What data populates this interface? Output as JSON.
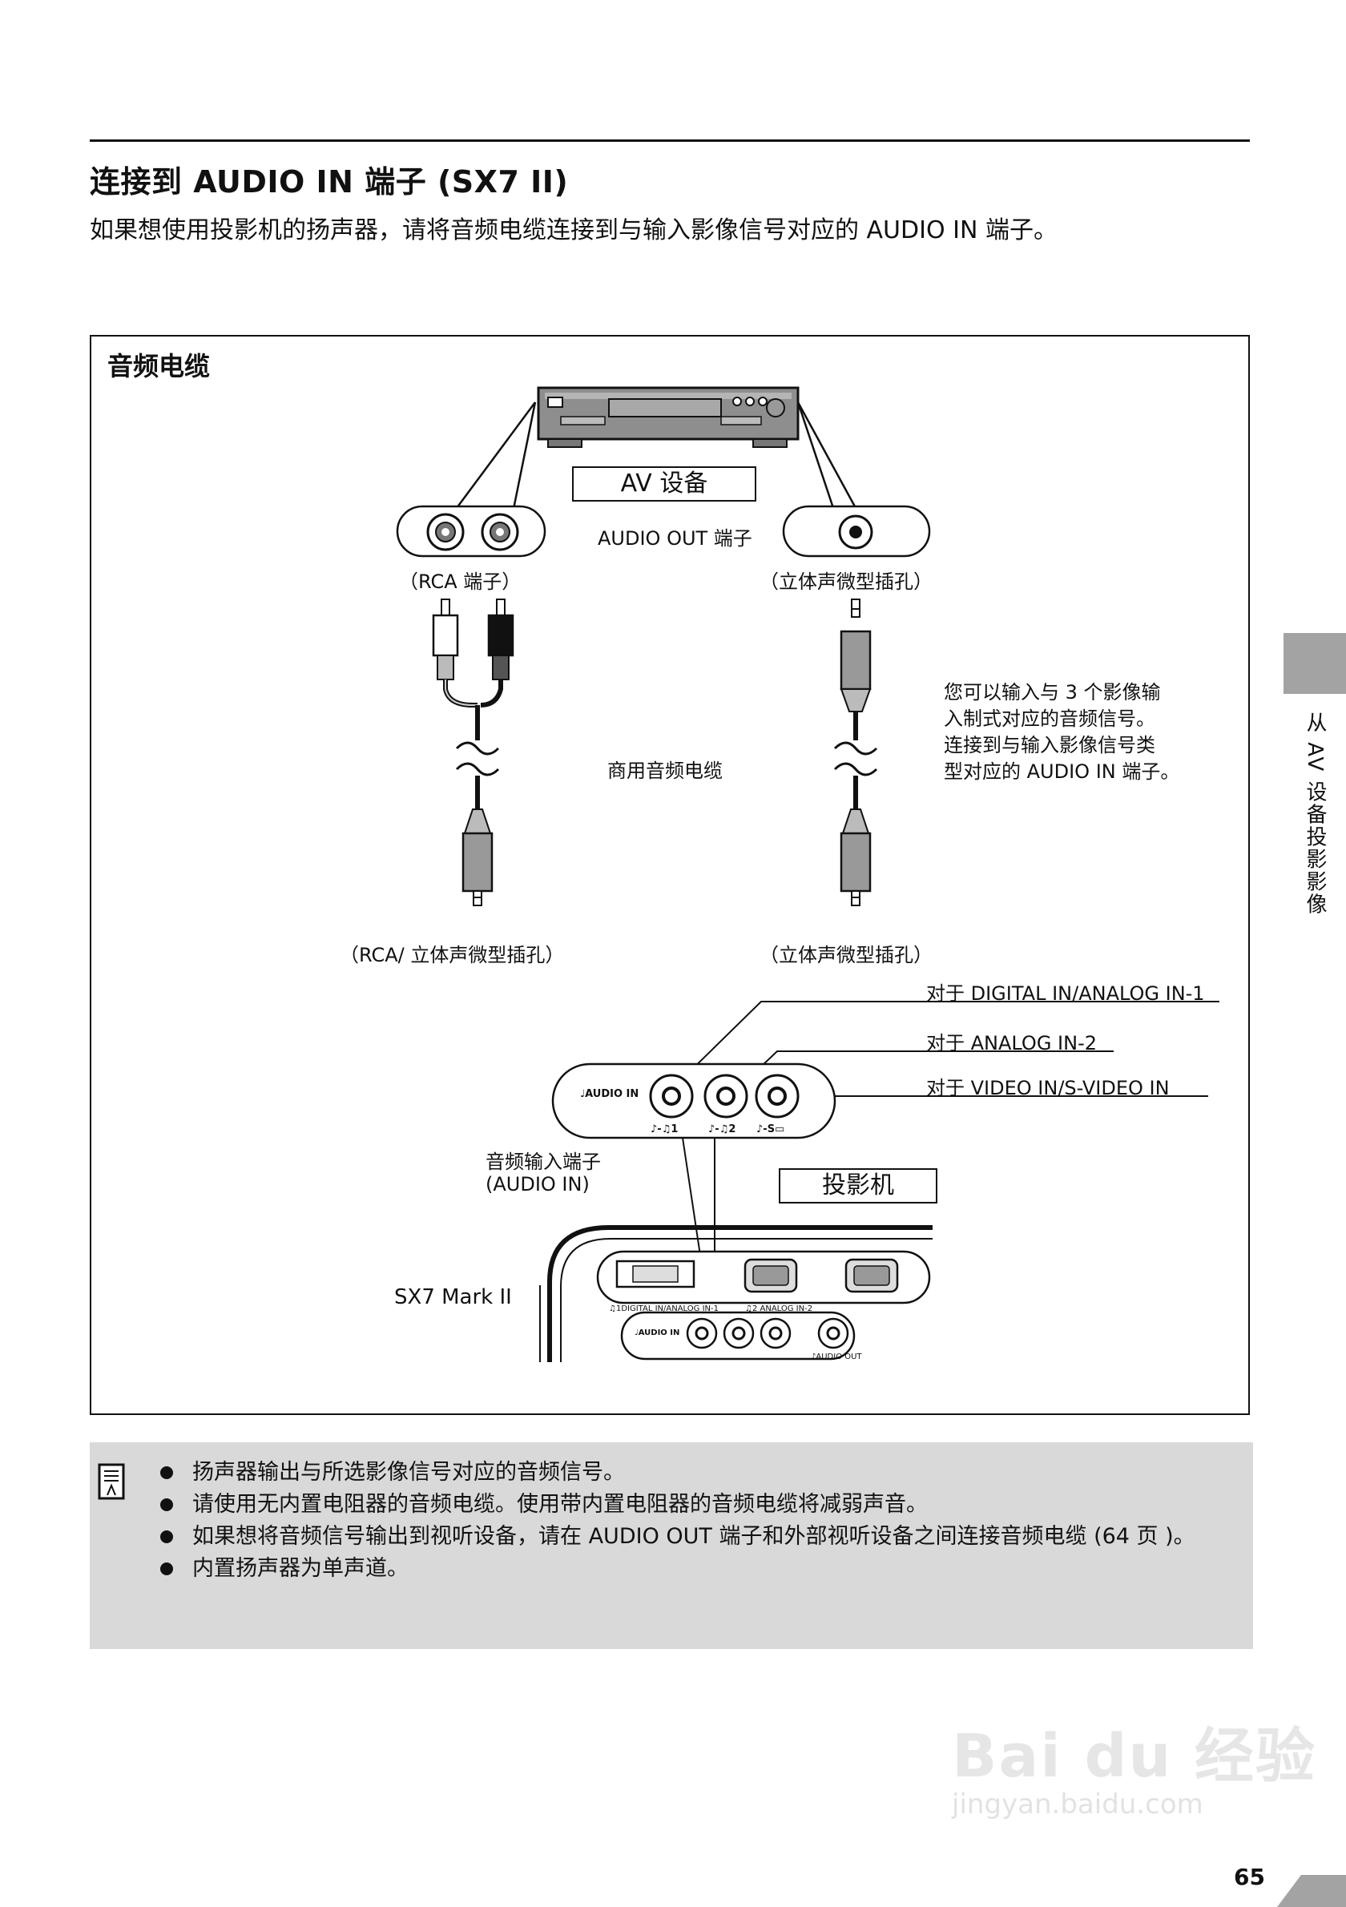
{
  "header": {
    "title": "连接到 AUDIO IN 端子 (SX7 II)",
    "intro": "如果想使用投影机的扬声器，请将音频电缆连接到与输入影像信号对应的 AUDIO IN 端子。"
  },
  "diagram": {
    "box_title": "音频电缆",
    "av_device_label": "AV 设备",
    "audio_out_label": "AUDIO OUT 端子",
    "rca_label": "（RCA 端子）",
    "stereo_mini_label": "（立体声微型插孔）",
    "cable_label": "商用音频电缆",
    "rca_stereo_label": "（RCA/ 立体声微型插孔）",
    "stereo_mini_label_bottom": "（立体声微型插孔）",
    "explain_lines": [
      "您可以输入与 3 个影像输",
      "入制式对应的音频信号。",
      "连接到与输入影像信号类",
      "型对应的 AUDIO IN 端子。"
    ],
    "callout_1": "对于 DIGITAL IN/ANALOG IN-1",
    "callout_2": "对于 ANALOG IN-2",
    "callout_3": "对于 VIDEO IN/S-VIDEO IN",
    "panel_audio_in": "♩AUDIO IN",
    "jack_labels": [
      "♪-♫1",
      "♪-♫2",
      "♪-S▭"
    ],
    "audio_input_label_1": "音频输入端子",
    "audio_input_label_2": "(AUDIO IN)",
    "projector_label": "投影机",
    "model_label": "SX7 Mark II",
    "proj_port_1": "♫1DIGITAL IN/ANALOG IN-1",
    "proj_port_2": "♫2 ANALOG IN-2",
    "proj_audio_in": "♩AUDIO IN",
    "proj_audio_out": "♪AUDIO OUT"
  },
  "notes": [
    "扬声器输出与所选影像信号对应的音频信号。",
    "请使用无内置电阻器的音频电缆。使用带内置电阻器的音频电缆将减弱声音。",
    "如果想将音频信号输出到视听设备，请在 AUDIO OUT 端子和外部视听设备之间连接音频电缆 (64 页 )。",
    "内置扬声器为单声道。"
  ],
  "side_tab": "从 AV 设备投影影像",
  "page_number": "65",
  "watermark": {
    "main": "Bai du 经验",
    "url": "jingyan.baidu.com"
  }
}
